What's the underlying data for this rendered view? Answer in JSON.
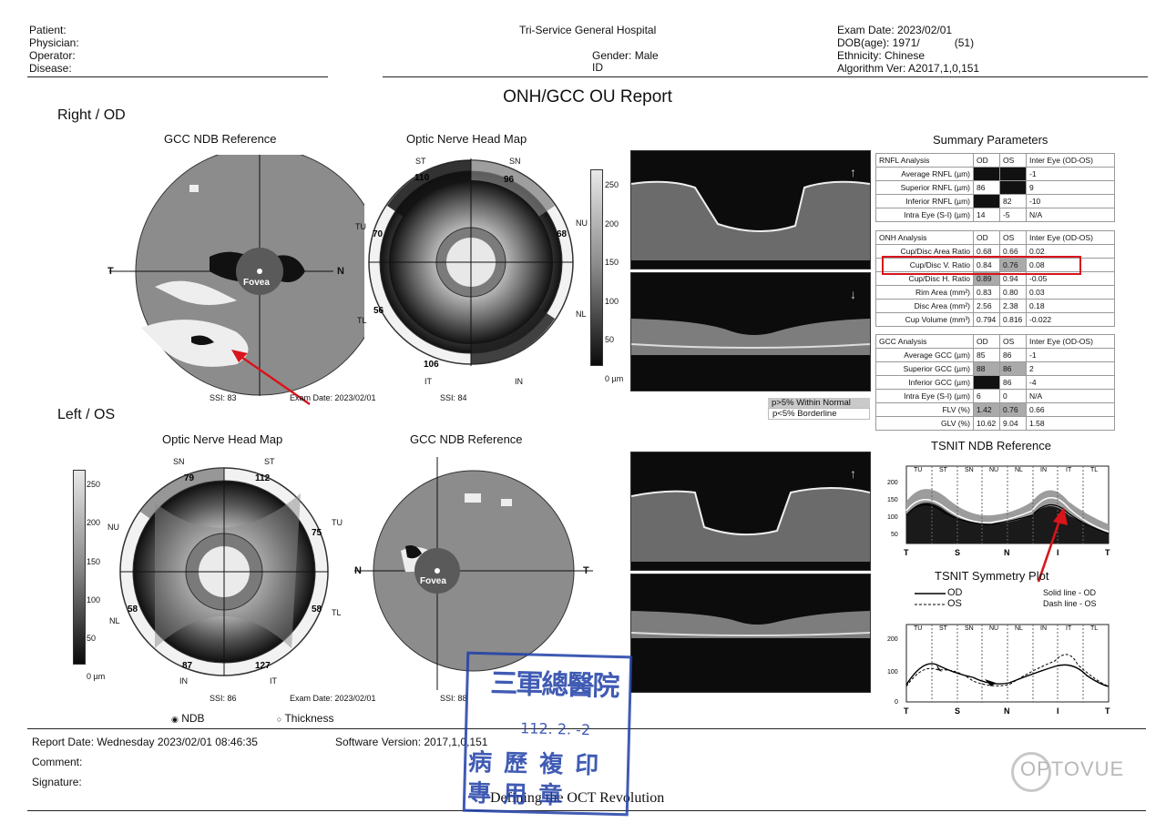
{
  "header": {
    "patient_label": "Patient:",
    "physician_label": "Physician:",
    "operator_label": "Operator:",
    "disease_label": "Disease:",
    "hospital": "Tri-Service General Hospital",
    "gender": "Gender: Male",
    "id_label": "ID",
    "exam_date": "Exam Date: 2023/02/01",
    "dob": "DOB(age): 1971/",
    "age": "(51)",
    "ethnicity": "Ethnicity: Chinese",
    "algorithm": "Algorithm Ver: A2017,1,0,151"
  },
  "report_title": "ONH/GCC OU Report",
  "right_eye": {
    "label": "Right / OD",
    "gcc_title": "GCC NDB Reference",
    "onh_title": "Optic Nerve Head Map",
    "fovea": "Fovea",
    "t_label": "T",
    "n_label": "N",
    "ssi_gcc": "SSI: 83",
    "exam_date": "Exam Date: 2023/02/01",
    "ssi_onh": "SSI: 84",
    "sectors": {
      "st": "ST",
      "sn": "SN",
      "nu": "NU",
      "nl": "NL",
      "in": "IN",
      "it": "IT",
      "tl": "TL",
      "tu": "TU"
    },
    "values": {
      "st": "110",
      "sn": "96",
      "tu": "70",
      "nu": "68",
      "tl": "56",
      "it": "106"
    }
  },
  "left_eye": {
    "label": "Left / OS",
    "onh_title": "Optic Nerve Head Map",
    "gcc_title": "GCC NDB Reference",
    "fovea": "Fovea",
    "n_label": "N",
    "t_label": "T",
    "ssi_onh": "SSI: 86",
    "exam_date": "Exam Date: 2023/02/01",
    "ssi_gcc": "SSI: 88",
    "sectors": {
      "sn": "SN",
      "st": "ST",
      "nu": "NU",
      "tu": "TU",
      "nl": "NL",
      "tl": "TL",
      "in": "IN",
      "it": "IT"
    },
    "values": {
      "sn": "79",
      "st": "112",
      "tu": "75",
      "nl": "58",
      "tl": "58",
      "in": "87",
      "it": "127"
    }
  },
  "scale": {
    "t250": "250",
    "t200": "200",
    "t150": "150",
    "t100": "100",
    "t50": "50",
    "t0": "0 µm"
  },
  "legend": {
    "normal": "p>5% Within Normal",
    "borderline": "p<5% Borderline"
  },
  "summary": {
    "title": "Summary Parameters",
    "rnfl": {
      "head": [
        "RNFL Analysis",
        "OD",
        "OS",
        "Inter Eye (OD-OS)"
      ],
      "rows": [
        [
          "Average RNFL (µm)",
          "",
          "",
          "-1"
        ],
        [
          "Superior RNFL (µm)",
          "86",
          "",
          "9"
        ],
        [
          "Inferior RNFL (µm)",
          "",
          "82",
          "-10"
        ],
        [
          "Intra Eye (S-I) (µm)",
          "14",
          "-5",
          "N/A"
        ]
      ]
    },
    "onh": {
      "head": [
        "ONH Analysis",
        "OD",
        "OS",
        "Inter Eye (OD-OS)"
      ],
      "rows": [
        [
          "Cup/Disc Area Ratio",
          "0.68",
          "0.66",
          "0.02"
        ],
        [
          "Cup/Disc V. Ratio",
          "0.84",
          "0.76",
          "0.08"
        ],
        [
          "Cup/Disc H. Ratio",
          "0.89",
          "0.94",
          "-0.05"
        ],
        [
          "Rim Area (mm²)",
          "0.83",
          "0.80",
          "0.03"
        ],
        [
          "Disc Area (mm²)",
          "2.56",
          "2.38",
          "0.18"
        ],
        [
          "Cup Volume (mm³)",
          "0.794",
          "0.816",
          "-0.022"
        ]
      ]
    },
    "gcc": {
      "head": [
        "GCC Analysis",
        "OD",
        "OS",
        "Inter Eye (OD-OS)"
      ],
      "rows": [
        [
          "Average GCC (µm)",
          "85",
          "86",
          "-1"
        ],
        [
          "Superior GCC (µm)",
          "88",
          "86",
          "2"
        ],
        [
          "Inferior GCC (µm)",
          "",
          "86",
          "-4"
        ],
        [
          "Intra Eye (S-I) (µm)",
          "6",
          "0",
          "N/A"
        ],
        [
          "FLV (%)",
          "1.42",
          "0.76",
          "0.66"
        ],
        [
          "GLV (%)",
          "10.62",
          "9.04",
          "1.58"
        ]
      ]
    }
  },
  "tsnit_ndb": {
    "title": "TSNIT NDB Reference",
    "sectors": [
      "TU",
      "ST",
      "SN",
      "NU",
      "NL",
      "IN",
      "IT",
      "TL"
    ],
    "y_ticks": [
      "200",
      "150",
      "100",
      "50"
    ],
    "x_ticks": [
      "T",
      "S",
      "N",
      "I",
      "T"
    ]
  },
  "tsnit_sym": {
    "title": "TSNIT Symmetry Plot",
    "od": "OD",
    "os": "OS",
    "solid": "Solid line - OD",
    "dash": "Dash line - OS",
    "sectors": [
      "TU",
      "ST",
      "SN",
      "NU",
      "NL",
      "IN",
      "IT",
      "TL"
    ],
    "y_ticks": [
      "200",
      "100",
      "0"
    ],
    "x_ticks": [
      "T",
      "S",
      "N",
      "I",
      "T"
    ]
  },
  "options": {
    "ndb": "NDB",
    "thickness": "Thickness"
  },
  "footer": {
    "report_date": "Report Date: Wednesday 2023/02/01 08:46:35",
    "software": "Software Version: 2017,1,0,151",
    "comment": "Comment:",
    "signature": "Signature:",
    "tagline": "Defining the OCT Revolution",
    "brand": "OPTOVUE"
  },
  "stamp": {
    "line1": "三軍總醫院",
    "date": "112. 2. -2",
    "line3": "病 歷 複 印",
    "line4": "專 用 章"
  },
  "colors": {
    "highlight": "#d9141b",
    "stamp": "#1f3fa8",
    "gray_map": "#8a8a8a",
    "fovea": "#5a5a5a"
  }
}
